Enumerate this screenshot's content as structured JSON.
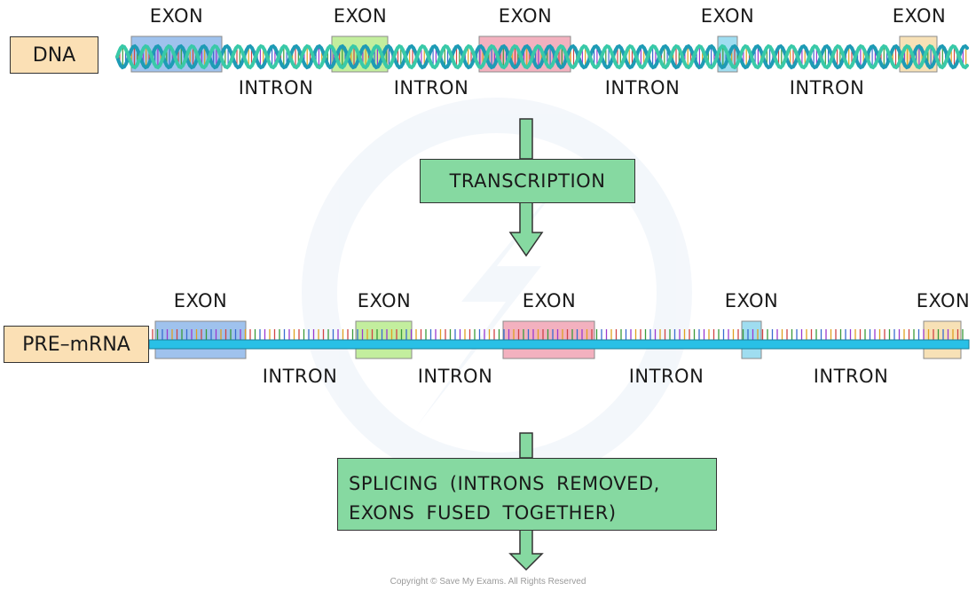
{
  "colors": {
    "label_box": "#fbe0b5",
    "step_box": "#86d9a1",
    "arrow": "#86d9a1",
    "strand": "#29c0e6",
    "exon_fills": [
      "#8fb8ea",
      "#b9ec8e",
      "#f2a4b4",
      "#8fd8ee",
      "#f6dcaa"
    ]
  },
  "dna": {
    "label": "DNA",
    "exon_labels": [
      "EXON",
      "EXON",
      "EXON",
      "EXON",
      "EXON"
    ],
    "intron_labels": [
      "INTRON",
      "INTRON",
      "INTRON",
      "INTRON"
    ]
  },
  "transcription": {
    "label": "TRANSCRIPTION"
  },
  "pre_mrna": {
    "label": "PRE–mRNA",
    "exon_labels": [
      "EXON",
      "EXON",
      "EXON",
      "EXON",
      "EXON"
    ],
    "intron_labels": [
      "INTRON",
      "INTRON",
      "INTRON",
      "INTRON"
    ]
  },
  "splicing": {
    "line1": "SPLICING (INTRONS REMOVED,",
    "line2": "EXONS FUSED TOGETHER)"
  },
  "copyright": "Copyright © Save My Exams. All Rights Reserved"
}
